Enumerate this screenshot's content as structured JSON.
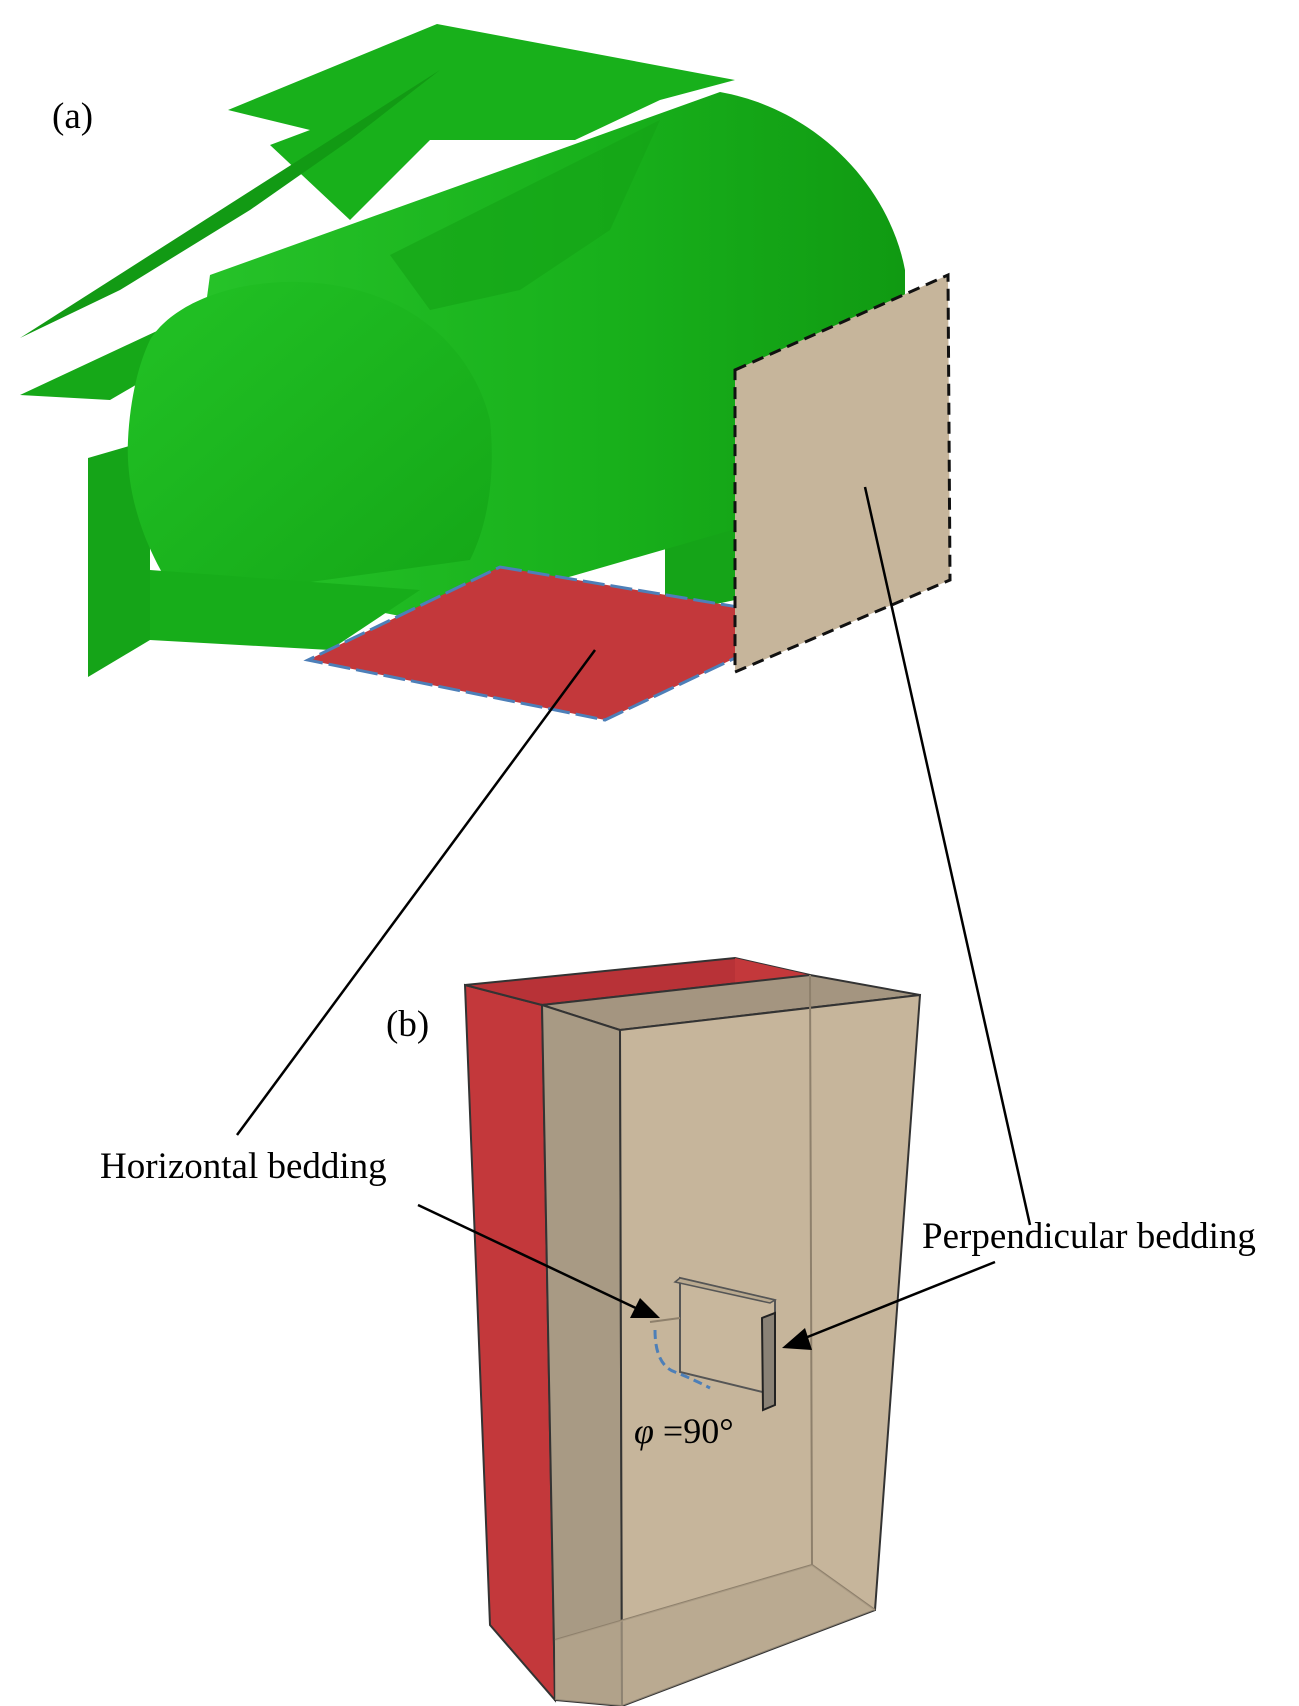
{
  "panels": {
    "a": {
      "label": "(a)"
    },
    "b": {
      "label": "(b)"
    }
  },
  "callouts": {
    "horizontal": "Horizontal bedding",
    "perpendicular": "Perpendicular bedding"
  },
  "angle": {
    "symbol": "φ",
    "value": " =90°"
  },
  "colors": {
    "rock_mass": "#17a81a",
    "rock_mass_dark": "#108c12",
    "horizontal_bedding": "#c3383b",
    "perpendicular_bedding": "#c6b59b",
    "outline_dashed_blue": "#4d7fb8",
    "outline_dashed_black": "#111111"
  }
}
